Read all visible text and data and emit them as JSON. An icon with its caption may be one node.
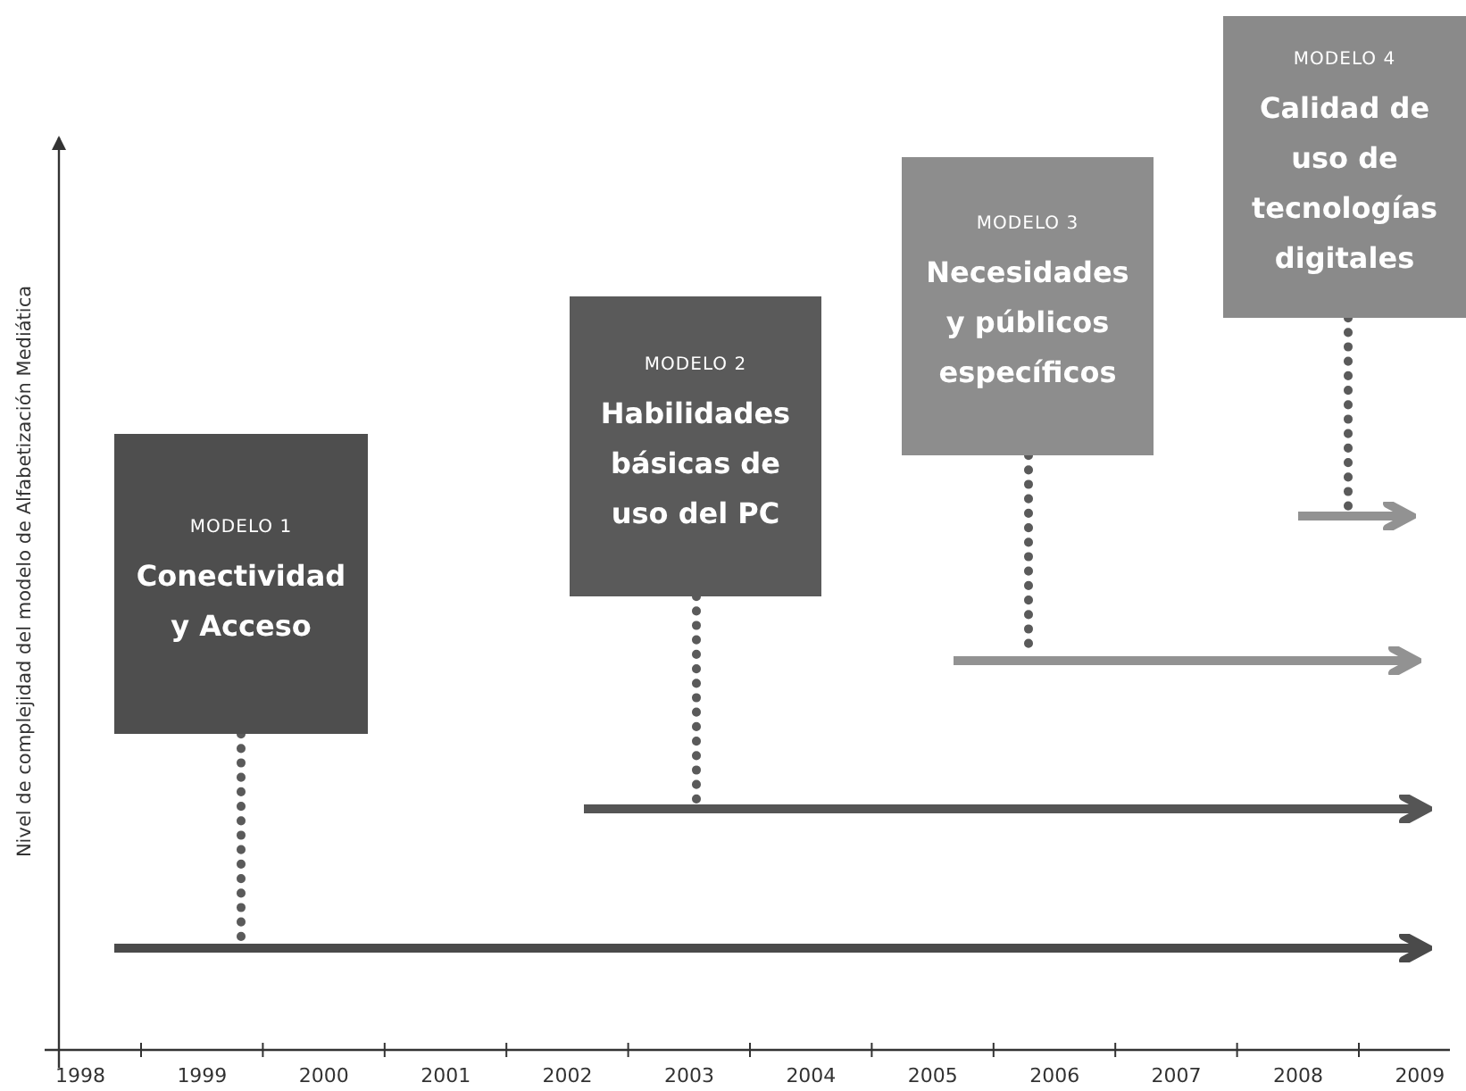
{
  "diagram": {
    "nodes": [
      {
        "text": [
          "MODELO 1",
          "Conectividad y Acceso"
        ]
      },
      {
        "text": [
          "MODELO 2",
          "Habilidades básicas de uso del PC"
        ]
      },
      {
        "text": [
          "MODELO 3",
          "Necesidades y públicos específicos"
        ]
      },
      {
        "text": [
          "MODELO 4",
          "Calidad de uso de tecnologías digitales"
        ]
      },
      {
        "text": [],
        "shape": "arrow"
      },
      {
        "text": [],
        "shape": "arrow"
      },
      {
        "text": [],
        "shape": "arrow"
      },
      {
        "text": [],
        "shape": "arrow"
      }
    ],
    "edges": [
      {
        "from": 0,
        "to": 4,
        "arrow": "none",
        "style": "dashed"
      },
      {
        "from": 1,
        "to": 5,
        "arrow": "none",
        "style": "dashed"
      },
      {
        "from": 2,
        "to": 6,
        "arrow": "none",
        "style": "dashed"
      },
      {
        "from": 3,
        "to": 7,
        "arrow": "none",
        "style": "dashed"
      }
    ],
    "labels": [
      "Nivel de complejidad del modelo de Alfabetización Mediática",
      "1998",
      "1999",
      "2000",
      "2001",
      "2002",
      "2003",
      "2004",
      "2005",
      "2006",
      "2007",
      "2008",
      "2009"
    ]
  }
}
